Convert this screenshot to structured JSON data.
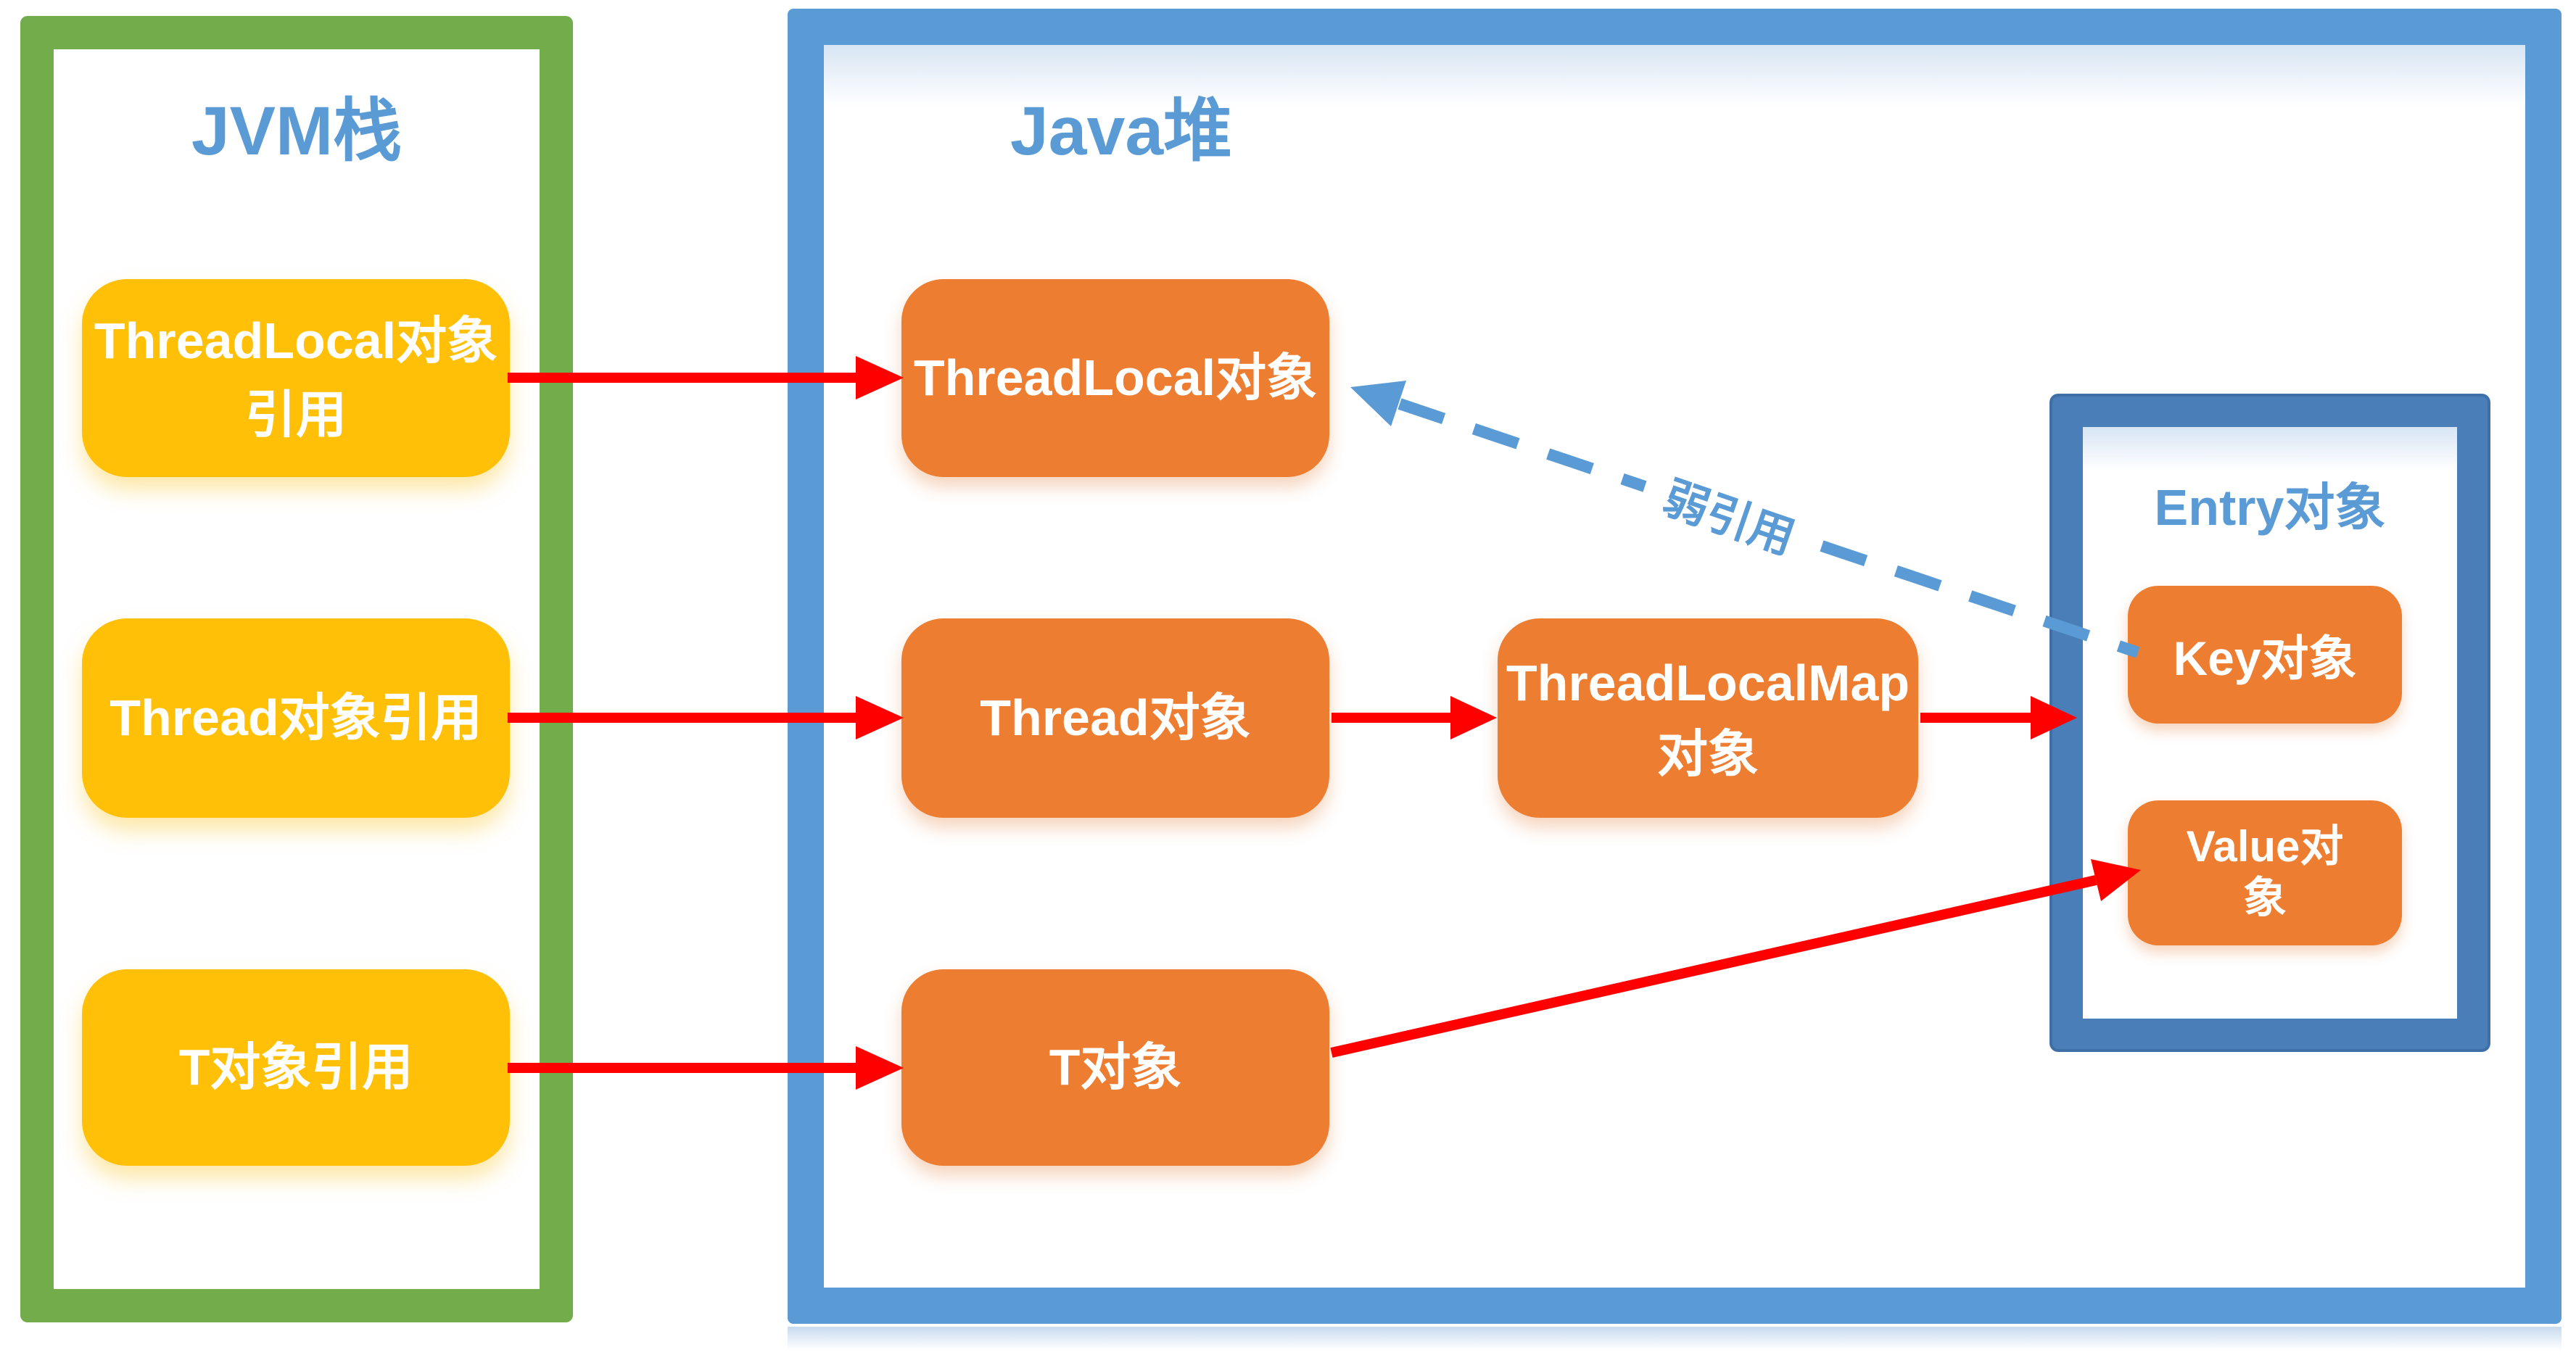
{
  "jvm_stack": {
    "title": "JVM栈",
    "references": [
      {
        "lines": [
          "ThreadLocal对象",
          "引用"
        ]
      },
      {
        "lines": [
          "Thread对象引用"
        ]
      },
      {
        "lines": [
          "T对象引用"
        ]
      }
    ]
  },
  "java_heap": {
    "title": "Java堆",
    "objects": {
      "threadlocal": {
        "lines": [
          "ThreadLocal对象"
        ]
      },
      "thread": {
        "lines": [
          "Thread对象"
        ]
      },
      "threadlocalmap": {
        "lines": [
          "ThreadLocalMap",
          "对象"
        ]
      },
      "t": {
        "lines": [
          "T对象"
        ]
      }
    },
    "entry": {
      "title": "Entry对象",
      "key": {
        "lines": [
          "Key对象"
        ]
      },
      "value": {
        "lines": [
          "Value对",
          "象"
        ]
      }
    }
  },
  "annotations": {
    "weak_reference": "弱引用"
  },
  "colors": {
    "stack_frame_green": "#72AC4B",
    "heap_frame_blue": "#5B9BD5",
    "entry_frame_blue": "#4A7EB8",
    "reference_box_yellow": "#FFC007",
    "object_box_orange": "#EC7D31",
    "strong_arrow_red": "#FF0000",
    "weak_arrow_blue": "#5B9BD5",
    "title_text_blue": "#5B9BD5",
    "node_text_white": "#FFFFFF"
  }
}
